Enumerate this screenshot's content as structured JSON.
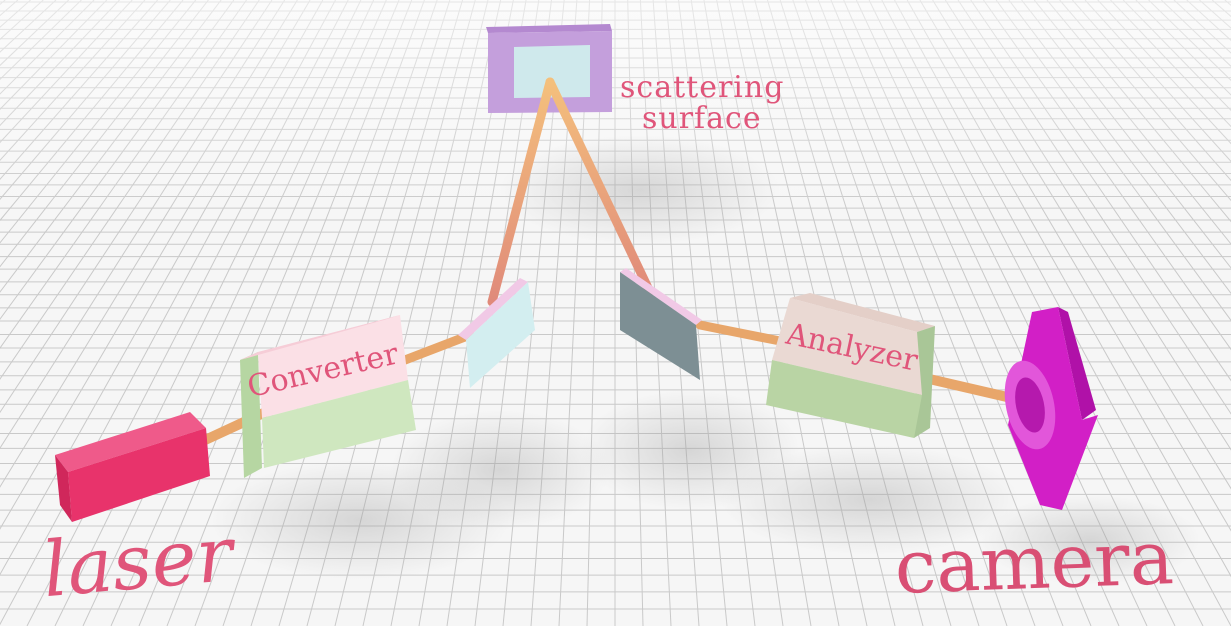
{
  "labels": {
    "laser": "laser",
    "converter": "Converter",
    "scattering_line1": "scattering",
    "scattering_line2": "surface",
    "analyzer": "Analyzer",
    "camera": "camera"
  },
  "colors": {
    "grid_fill": "#f6f6f6",
    "grid_line": "#c9c9c9",
    "label_pink": "#e0557a",
    "laser_body": "#e8336b",
    "beam": "#e8a66a",
    "converter_top": "#fbe0e6",
    "converter_bottom": "#cfe7bf",
    "mirror_face": "#d3eef0",
    "analyzer_top": "#ead9d3",
    "analyzer_bottom": "#b9d4a4",
    "camera_body": "#d21fc6",
    "surface_frame": "#c49fdc",
    "surface_center": "#cfe9ec"
  },
  "components": [
    "laser",
    "converter",
    "left-mirror",
    "scattering-surface",
    "right-mirror",
    "analyzer",
    "camera"
  ]
}
